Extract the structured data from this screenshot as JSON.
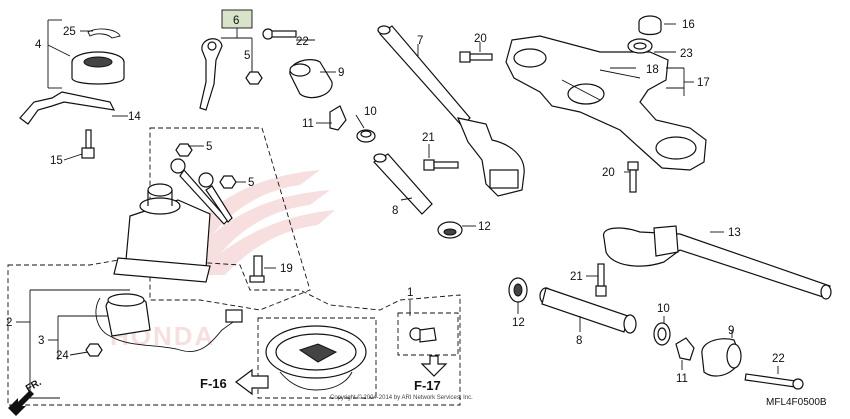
{
  "callouts": {
    "c1": "1",
    "c2": "2",
    "c3": "3",
    "c4": "4",
    "c5a": "5",
    "c5b": "5",
    "c5c": "5",
    "c6": "6",
    "c7": "7",
    "c8a": "8",
    "c8b": "8",
    "c9a": "9",
    "c9b": "9",
    "c10a": "10",
    "c10b": "10",
    "c11a": "11",
    "c11b": "11",
    "c12a": "12",
    "c12b": "12",
    "c13": "13",
    "c14": "14",
    "c15": "15",
    "c16": "16",
    "c17": "17",
    "c18": "18",
    "c19": "19",
    "c20a": "20",
    "c20b": "20",
    "c21a": "21",
    "c21b": "21",
    "c22a": "22",
    "c22b": "22",
    "c23": "23",
    "c24": "24",
    "c25": "25"
  },
  "refs": {
    "f16": "F-16",
    "f17": "F-17"
  },
  "direction": {
    "fr": "FR."
  },
  "watermark": {
    "brand": "HONDA"
  },
  "copyright": "Copyright © 2004-2014 by ARI Network Services, Inc.",
  "diagram_code": "MFL4F0500B",
  "colors": {
    "line": "#111111",
    "highlight_box": "#d9e3c9",
    "watermark": "#f3c6c6"
  }
}
